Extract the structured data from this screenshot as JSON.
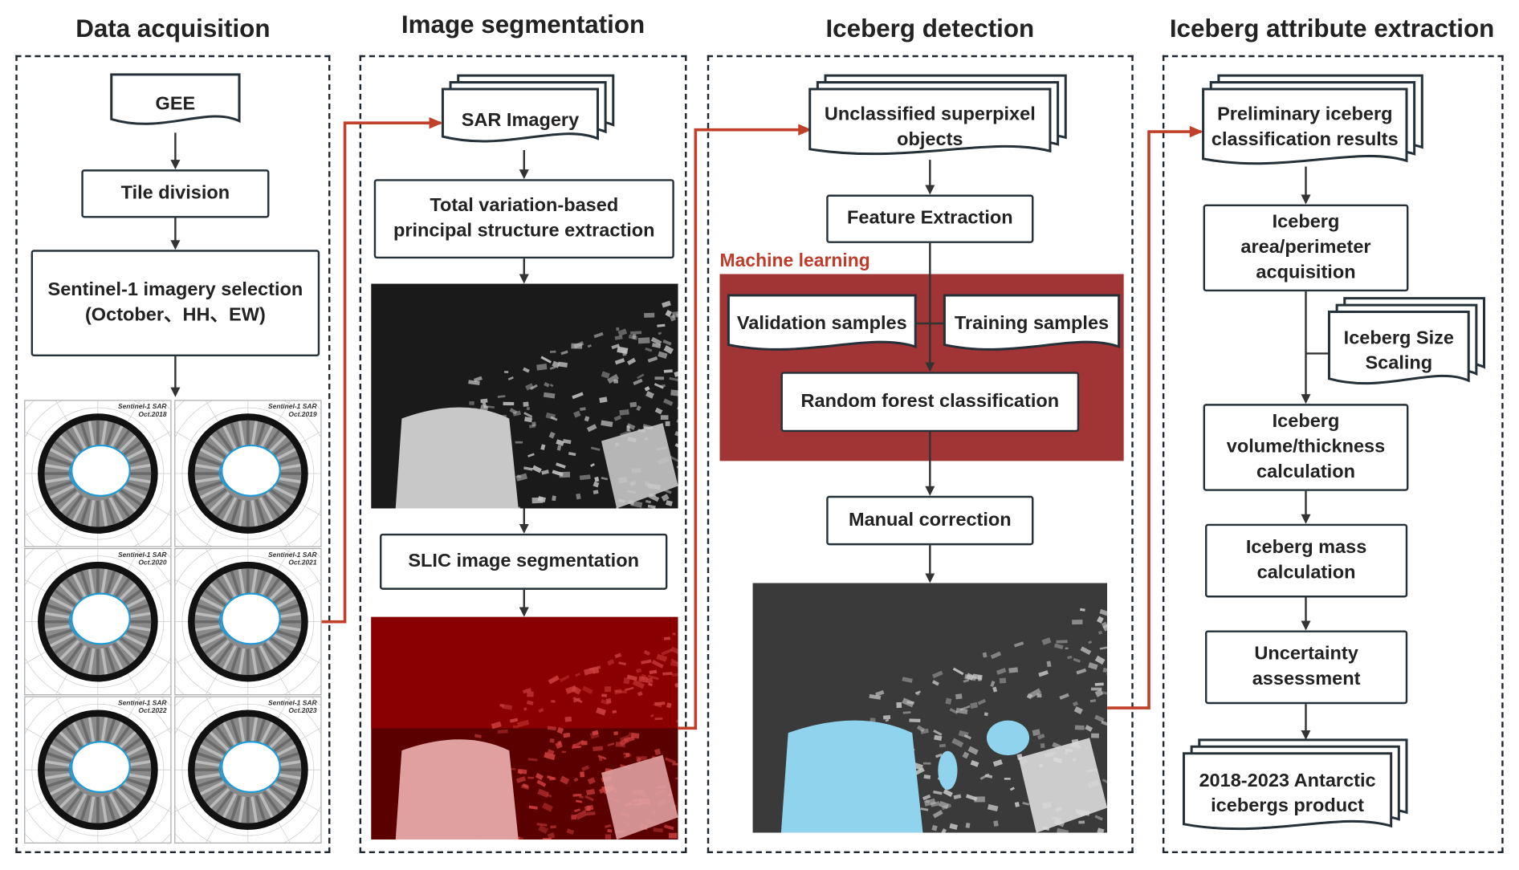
{
  "colors": {
    "connector": "#c0402a",
    "ml_region": "#a13535",
    "ml_label": "#bf3b2a",
    "iceberg_highlight": "#8fd3ec",
    "coastline": "#1e9bd7"
  },
  "columns": [
    {
      "title": "Data acquisition"
    },
    {
      "title": "Image segmentation"
    },
    {
      "title": "Iceberg detection"
    },
    {
      "title": "Iceberg attribute extraction"
    }
  ],
  "acquisition": {
    "gee": "GEE",
    "tile_division": "Tile division",
    "selection_line1": "Sentinel-1 imagery selection",
    "selection_line2": "(October、HH、EW)",
    "maps": [
      {
        "caption1": "Sentinel-1 SAR",
        "caption2": "Oct.2018"
      },
      {
        "caption1": "Sentinel-1 SAR",
        "caption2": "Oct.2019"
      },
      {
        "caption1": "Sentinel-1 SAR",
        "caption2": "Oct.2020"
      },
      {
        "caption1": "Sentinel-1 SAR",
        "caption2": "Oct.2021"
      },
      {
        "caption1": "Sentinel-1 SAR",
        "caption2": "Oct.2022"
      },
      {
        "caption1": "Sentinel-1 SAR",
        "caption2": "Oct.2023"
      }
    ]
  },
  "segmentation": {
    "sar_imagery": "SAR Imagery",
    "tv_line1": "Total variation-based",
    "tv_line2": "principal structure extraction",
    "slic": "SLIC image segmentation"
  },
  "detection": {
    "unclassified_line1": "Unclassified superpixel",
    "unclassified_line2": "objects",
    "feature_extraction": "Feature Extraction",
    "ml_label": "Machine learning",
    "validation": "Validation samples",
    "training": "Training samples",
    "random_forest": "Random forest classification",
    "manual_correction": "Manual correction"
  },
  "attributes": {
    "preliminary_line1": "Preliminary iceberg",
    "preliminary_line2": "classification results",
    "area_line1": "Iceberg",
    "area_line2": "area/perimeter",
    "area_line3": "acquisition",
    "size_line1": "Iceberg Size",
    "size_line2": "Scaling",
    "volume_line1": "Iceberg",
    "volume_line2": "volume/thickness",
    "volume_line3": "calculation",
    "mass_line1": "Iceberg mass",
    "mass_line2": "calculation",
    "uncertainty_line1": "Uncertainty",
    "uncertainty_line2": "assessment",
    "product_line1": "2018-2023 Antarctic",
    "product_line2": "icebergs product"
  }
}
